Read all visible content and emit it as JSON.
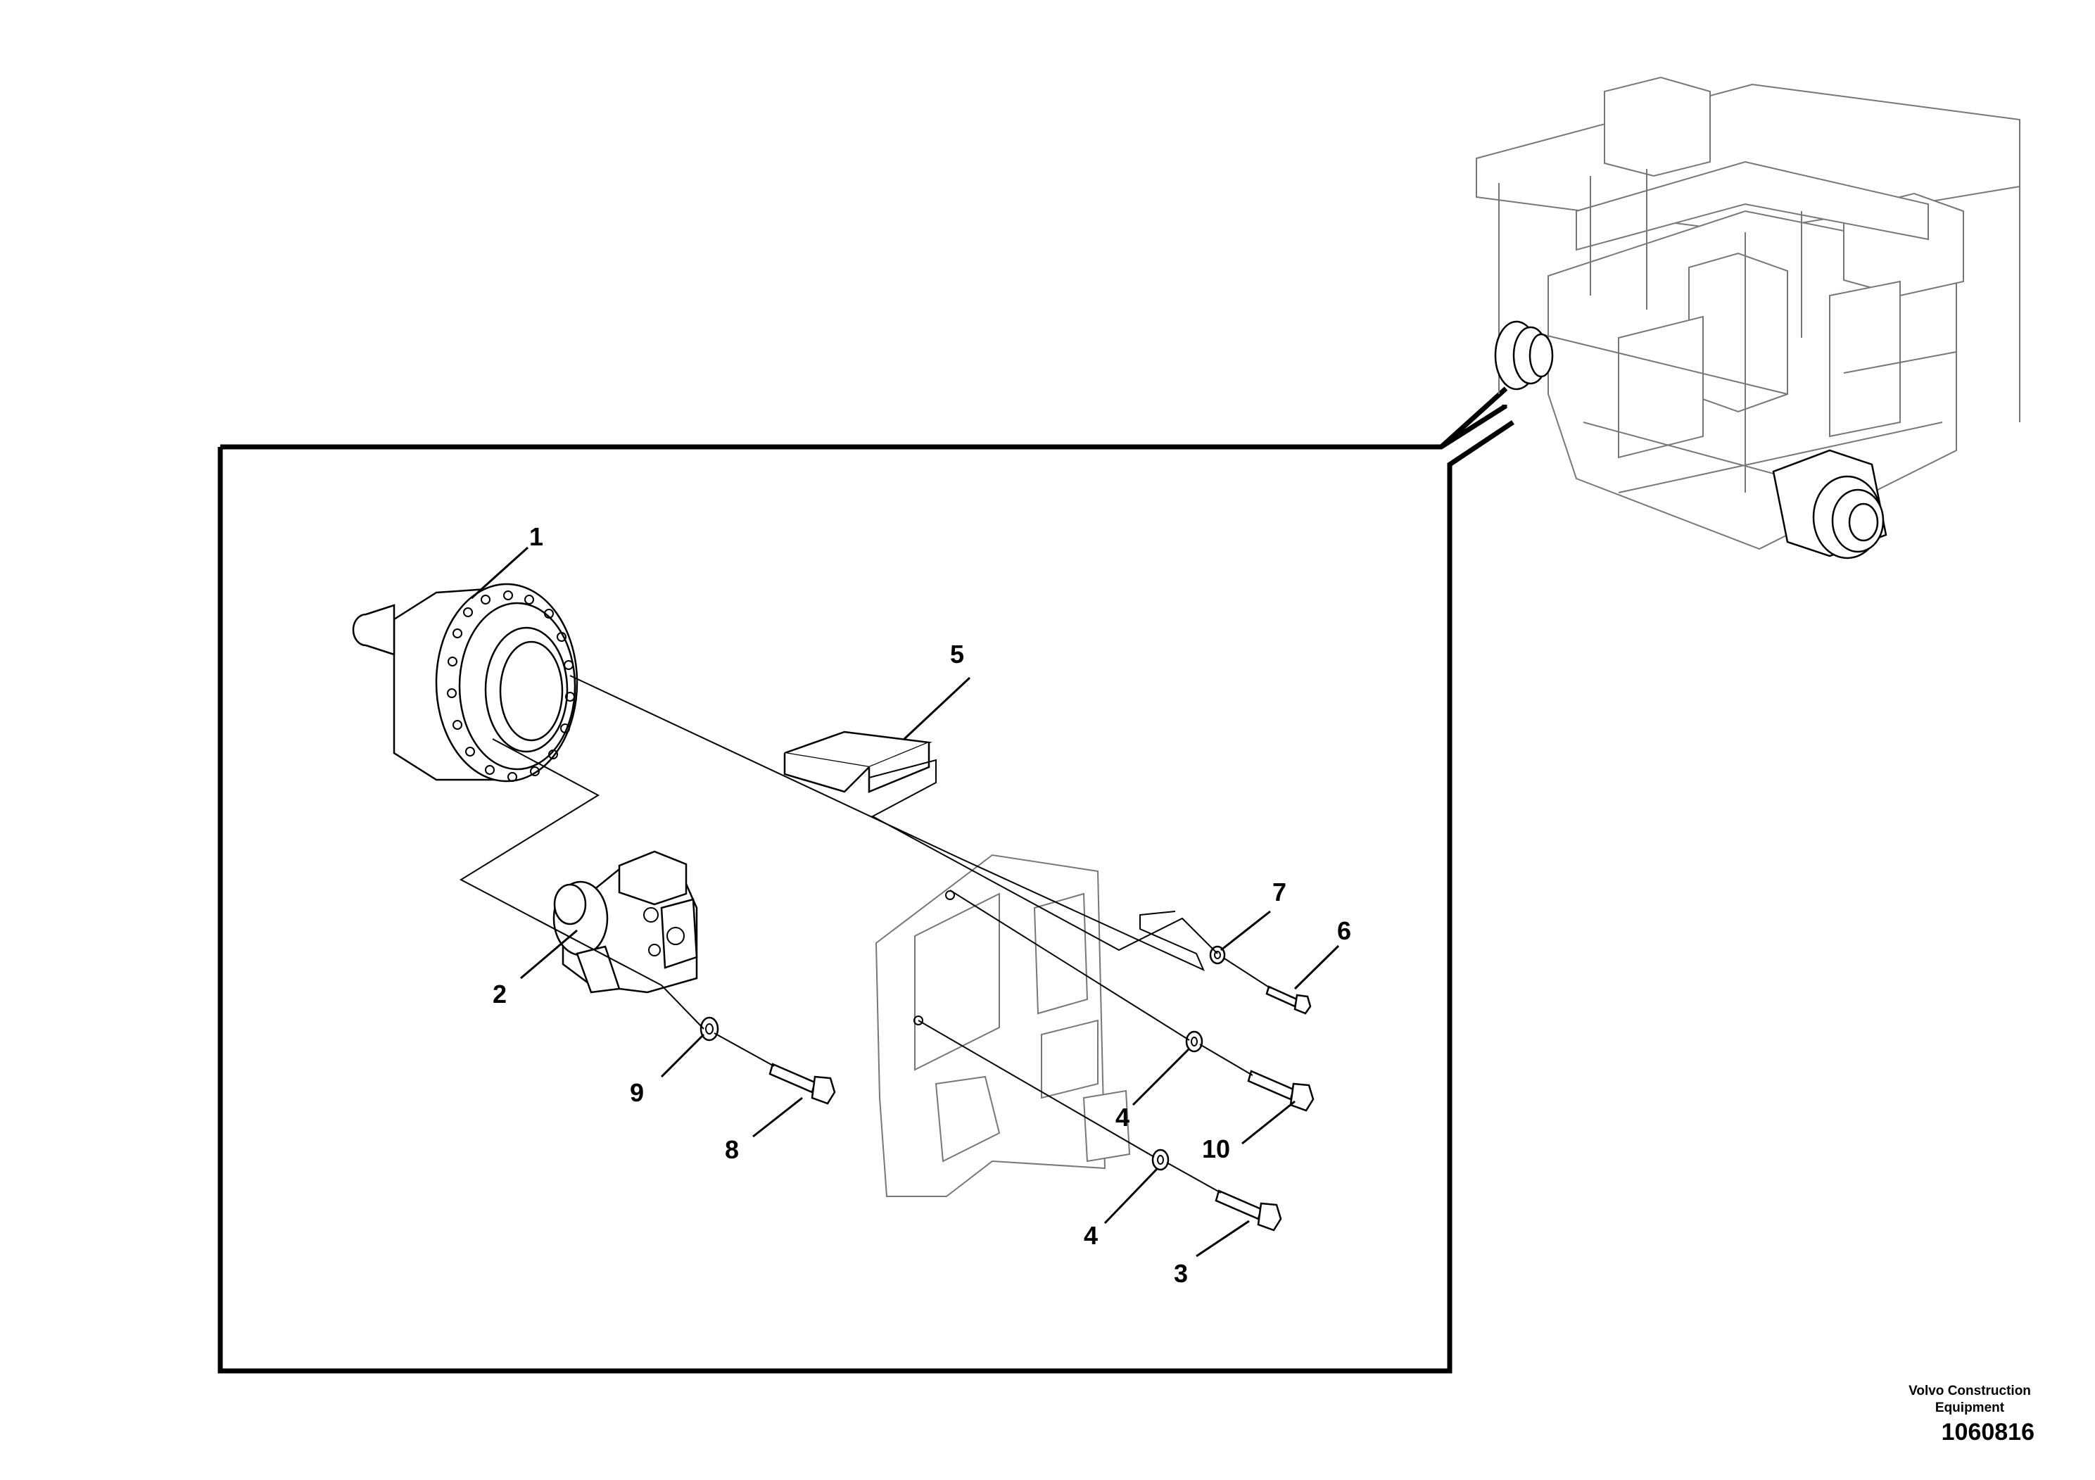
{
  "callouts": [
    "1",
    "2",
    "3",
    "4",
    "4",
    "5",
    "6",
    "7",
    "8",
    "9",
    "10"
  ],
  "footer": {
    "brand_line1": "Volvo Construction",
    "brand_line2": "Equipment",
    "drawing_number": "1060816"
  }
}
